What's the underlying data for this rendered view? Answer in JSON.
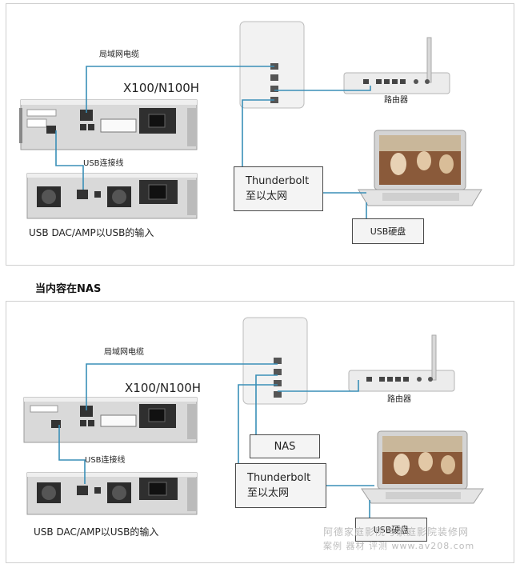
{
  "panel1": {
    "lan_cable": "局域网电缆",
    "model": "X100/N100H",
    "router": "路由器",
    "usb_cable": "USB连接线",
    "thunderbolt_line1": "Thunderbolt",
    "thunderbolt_line2": "至以太网",
    "usb_disk": "USB硬盘",
    "usb_input": "USB DAC/AMP以USB的输入"
  },
  "section_title": "当内容在NAS",
  "panel2": {
    "lan_cable": "局域网电缆",
    "model": "X100/N100H",
    "router": "路由器",
    "nas": "NAS",
    "usb_cable": "USB连接线",
    "thunderbolt_line1": "Thunderbolt",
    "thunderbolt_line2": "至以太网",
    "usb_disk": "USB硬盘",
    "usb_input": "USB DAC/AMP以USB的输入"
  },
  "watermark": {
    "line1": "阿德家庭影院与家庭影院装修网",
    "line2": "案例 器材 评测  www.av208.com"
  },
  "colors": {
    "cable": "#3a8fb7",
    "device_silver": "#dcdcdc",
    "device_dark": "#2b2b2b",
    "box_border": "#4a4a4a"
  }
}
